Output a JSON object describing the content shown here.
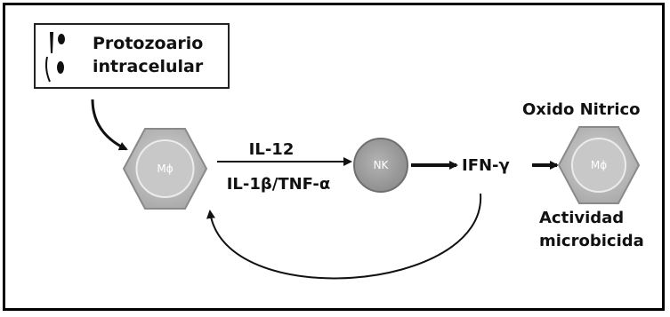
{
  "protozoan_box": {
    "line1": "Protozoario",
    "line2": "intracelular"
  },
  "nodes": {
    "macrophage_left": "Mϕ",
    "nk_cell": "NK",
    "macrophage_right": "Mϕ"
  },
  "signals": {
    "il12": "IL-12",
    "il1b_tnfa": "IL-1β/TNF-α",
    "ifn_gamma": "IFN-γ"
  },
  "outcomes": {
    "nitric_oxide": "Oxido Nitrico",
    "activity_line1": "Actividad",
    "activity_line2": "microbicida"
  },
  "colors": {
    "hexagon_fill": "#b9b9b9",
    "nk_fill": "#9a9a9a",
    "line": "#111111"
  }
}
